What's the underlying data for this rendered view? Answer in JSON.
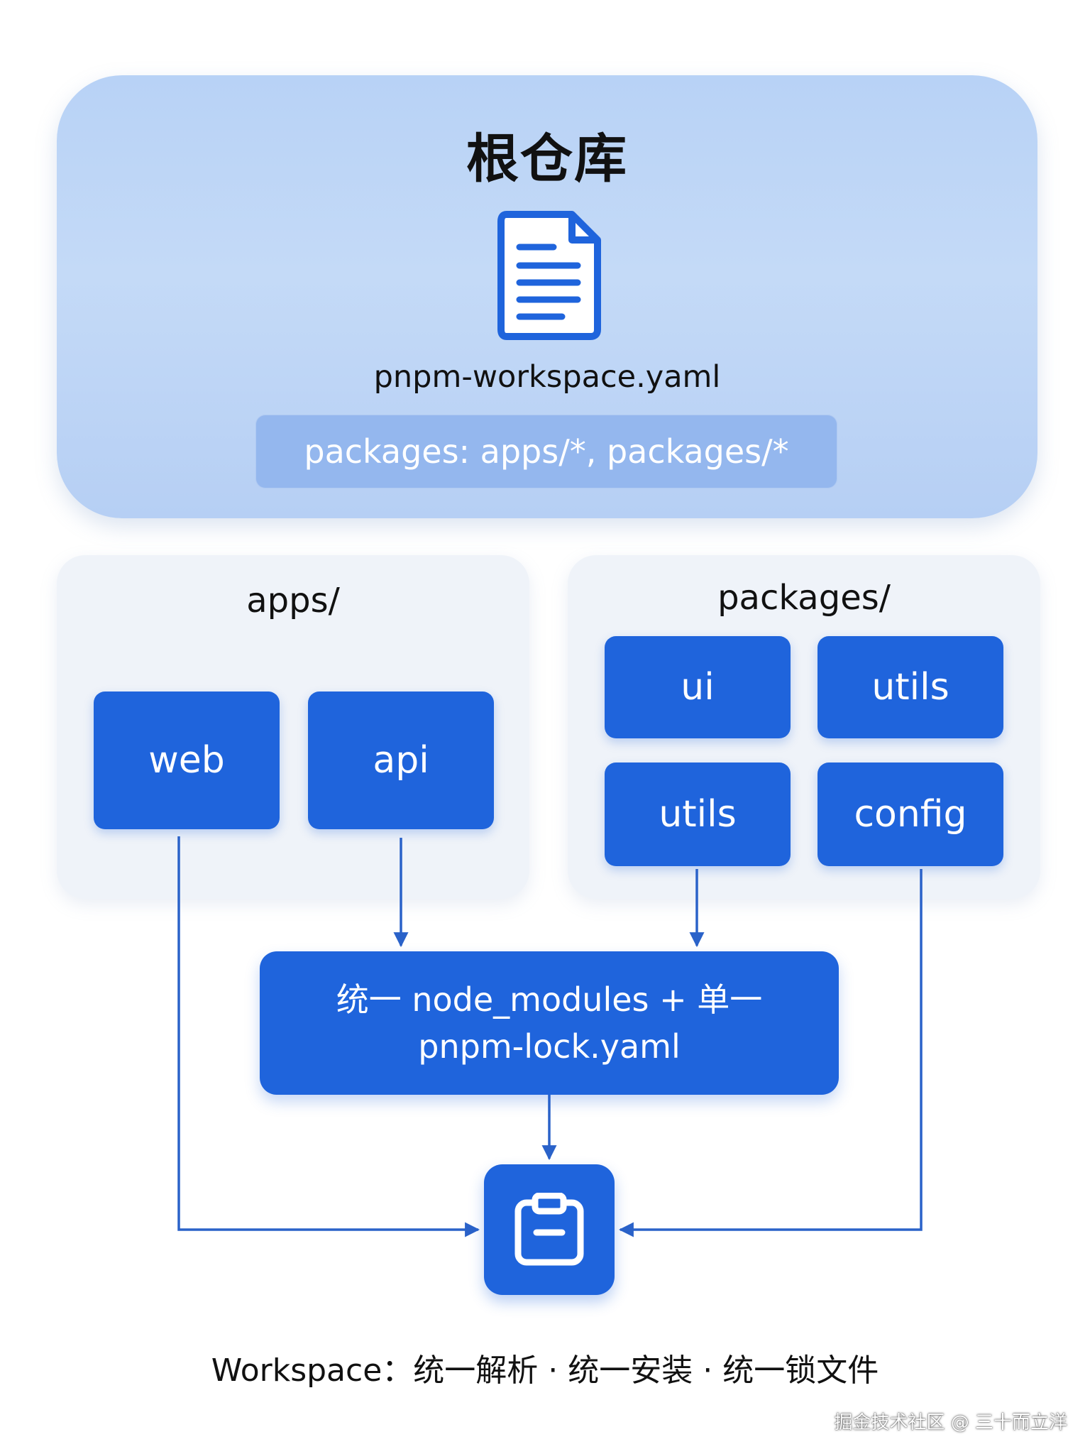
{
  "root": {
    "title": "根仓库",
    "file_name": "pnpm-workspace.yaml",
    "file_content": "packages: apps/*, packages/*"
  },
  "apps": {
    "label": "apps/",
    "items": [
      "web",
      "api"
    ]
  },
  "packages": {
    "label": "packages/",
    "items": [
      "ui",
      "utils",
      "utils",
      "config"
    ]
  },
  "node_modules": {
    "line1": "统一 node_modules + 单一",
    "line2": "pnpm-lock.yaml"
  },
  "result": {
    "icon": "clipboard-icon"
  },
  "footer": "Workspace：统一解析 · 统一安装 · 统一锁文件",
  "watermark": "掘金技术社区 @ 三十而立洋",
  "colors": {
    "accent": "#1f64dc",
    "root_panel": "#bcd4f6",
    "yaml_bar": "#94b7ee",
    "group_bg": "#eff3f9",
    "connector": "#2a62c9"
  }
}
